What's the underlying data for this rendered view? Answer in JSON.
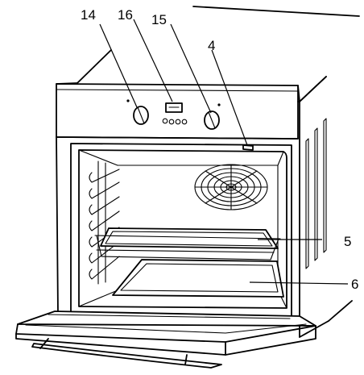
{
  "callouts": [
    {
      "id": "14",
      "label": "14"
    },
    {
      "id": "16",
      "label": "16"
    },
    {
      "id": "15",
      "label": "15"
    },
    {
      "id": "4",
      "label": "4"
    },
    {
      "id": "5",
      "label": "5"
    },
    {
      "id": "6",
      "label": "6"
    }
  ]
}
